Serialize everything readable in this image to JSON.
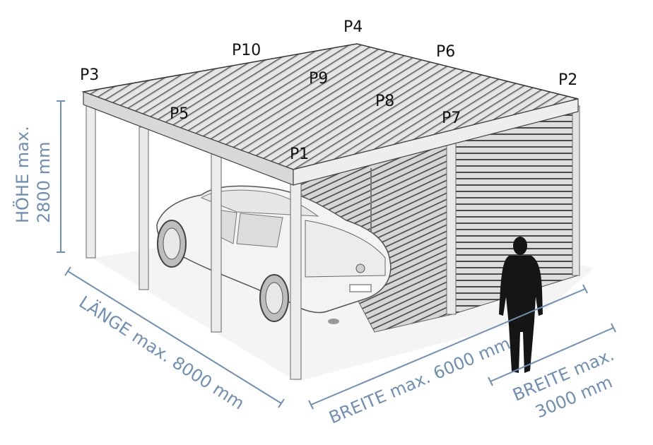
{
  "points": {
    "p1": "P1",
    "p2": "P2",
    "p3": "P3",
    "p4": "P4",
    "p5": "P5",
    "p6": "P6",
    "p7": "P7",
    "p8": "P8",
    "p9": "P9",
    "p10": "P10"
  },
  "dimensions": {
    "hoehe_line1": "HÖHE max.",
    "hoehe_line2": "2800 mm",
    "laenge": "LÄNGE max. 8000 mm",
    "breite_6000": "BREITE max. 6000 mm",
    "breite_3000_line1": "BREITE max.",
    "breite_3000_line2": "3000 mm"
  },
  "colors": {
    "dimension": "#6f8fb5",
    "label": "#111111",
    "structure": "#e4e4e4",
    "outline": "#555555"
  }
}
